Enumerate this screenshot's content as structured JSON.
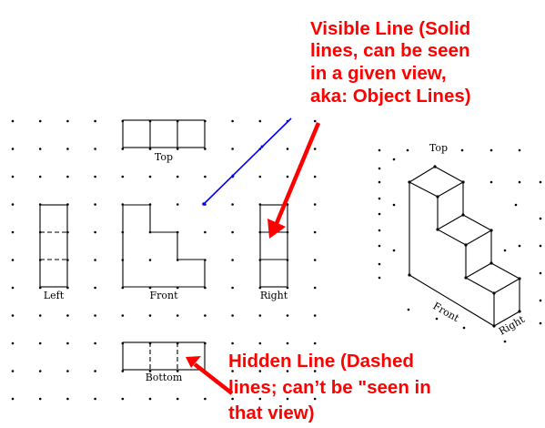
{
  "views": {
    "top_label": "Top",
    "left_label": "Left",
    "front_label": "Front",
    "right_label": "Right",
    "bottom_label": "Bottom"
  },
  "iso": {
    "top_label": "Top",
    "front_label": "Front",
    "right_label": "Right"
  },
  "callouts": {
    "visible_line": [
      "Visible Line (Solid",
      "lines, can be seen",
      "in a given view,",
      "aka: Object Lines)"
    ],
    "hidden_line": [
      "Hidden Line (Dashed",
      "lines; can’t be \"seen in",
      "that view)"
    ]
  },
  "colors": {
    "callout_text": "#ff0000",
    "callout_arrow": "#ff0000",
    "projection_line": "#0000ff",
    "drawing_lines": "#000000"
  }
}
